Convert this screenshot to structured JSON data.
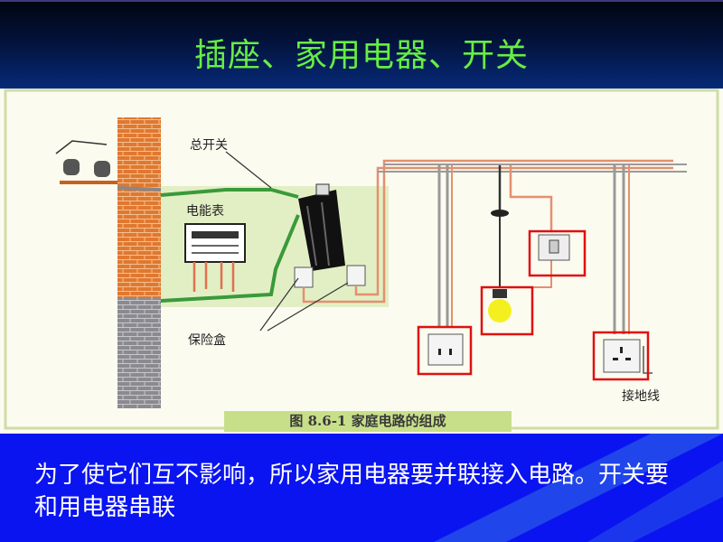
{
  "slide": {
    "title": "插座、家用电器、开关",
    "figure": {
      "labels": {
        "main_switch": "总开关",
        "meter": "电能表",
        "fuse_box": "保险盒",
        "ground_wire": "接地线"
      },
      "caption": "图 8.6-1   家庭电路的组成",
      "highlight_color": "#e01010"
    },
    "body_text": "为了使它们互不影响，所以家用电器要并联接入电路。开关要和用电器串联"
  }
}
